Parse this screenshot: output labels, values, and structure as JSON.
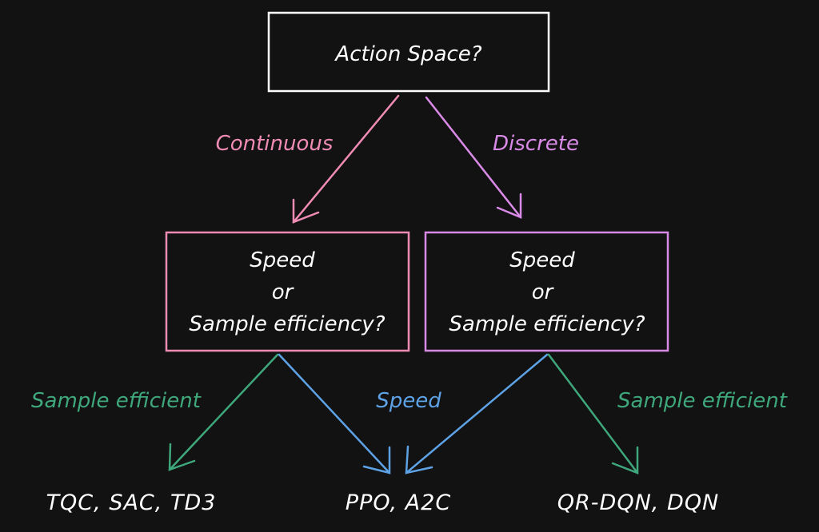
{
  "colors": {
    "background": "#121212",
    "continuous": "#f08cb4",
    "discrete": "#d98ae6",
    "sample_efficient": "#3fa77c",
    "speed": "#5ea2e6",
    "white": "#ffffff",
    "box_border": "#ffffff"
  },
  "root": {
    "label": "Action Space?"
  },
  "edges": {
    "continuous": "Continuous",
    "discrete": "Discrete",
    "left_sample": "Sample efficient",
    "speed": "Speed",
    "right_sample": "Sample efficient"
  },
  "left_node": {
    "line1": "Speed",
    "line2": "or",
    "line3": "Sample efficiency?"
  },
  "right_node": {
    "line1": "Speed",
    "line2": "or",
    "line3": "Sample efficiency?"
  },
  "leaves": {
    "left": "TQC, SAC, TD3",
    "middle": "PPO, A2C",
    "right": "QR-DQN, DQN"
  }
}
